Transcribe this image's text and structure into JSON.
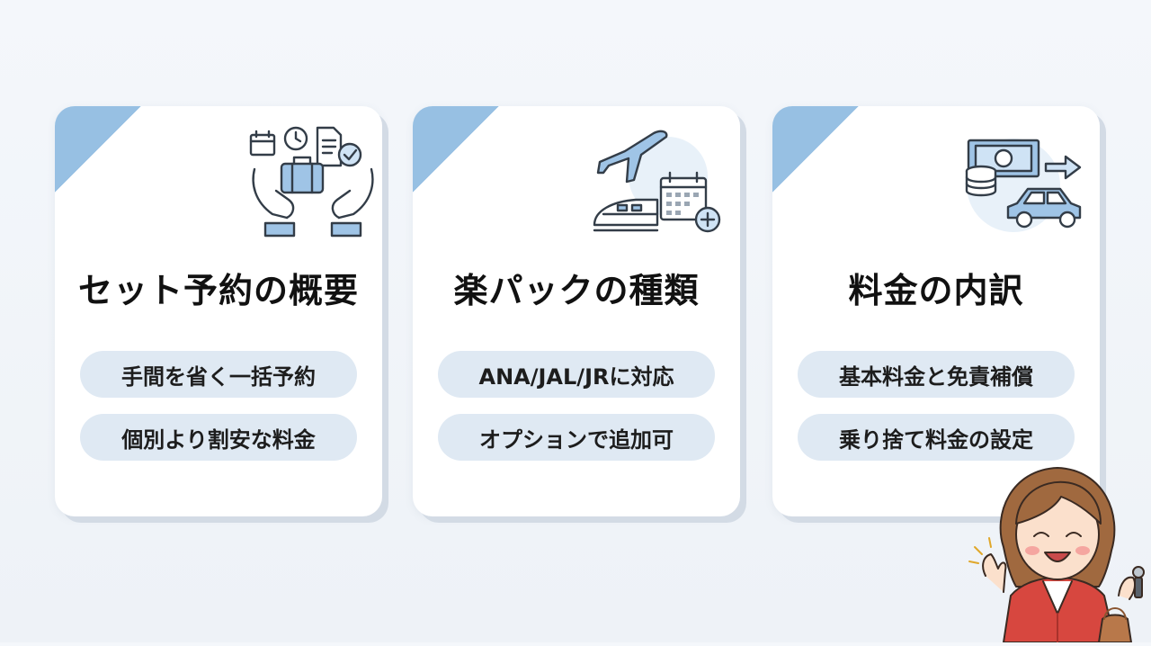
{
  "cards": [
    {
      "title": "セット予約の概要",
      "icon": "hands-holding-luggage-icon",
      "items": [
        "手間を省く一括予約",
        "個別より割安な料金"
      ]
    },
    {
      "title": "楽パックの種類",
      "icon": "plane-train-calendar-icon",
      "items": [
        "ANA/JAL/JRに対応",
        "オプションで追加可"
      ]
    },
    {
      "title": "料金の内訳",
      "icon": "money-coins-car-icon",
      "items": [
        "基本料金と免責補償",
        "乗り捨て料金の設定"
      ]
    }
  ],
  "colors": {
    "accent": "#97c0e3",
    "pill_bg": "#dfe9f3",
    "card_shadow": "#d3dbe5",
    "icon_stroke": "#333d48"
  }
}
